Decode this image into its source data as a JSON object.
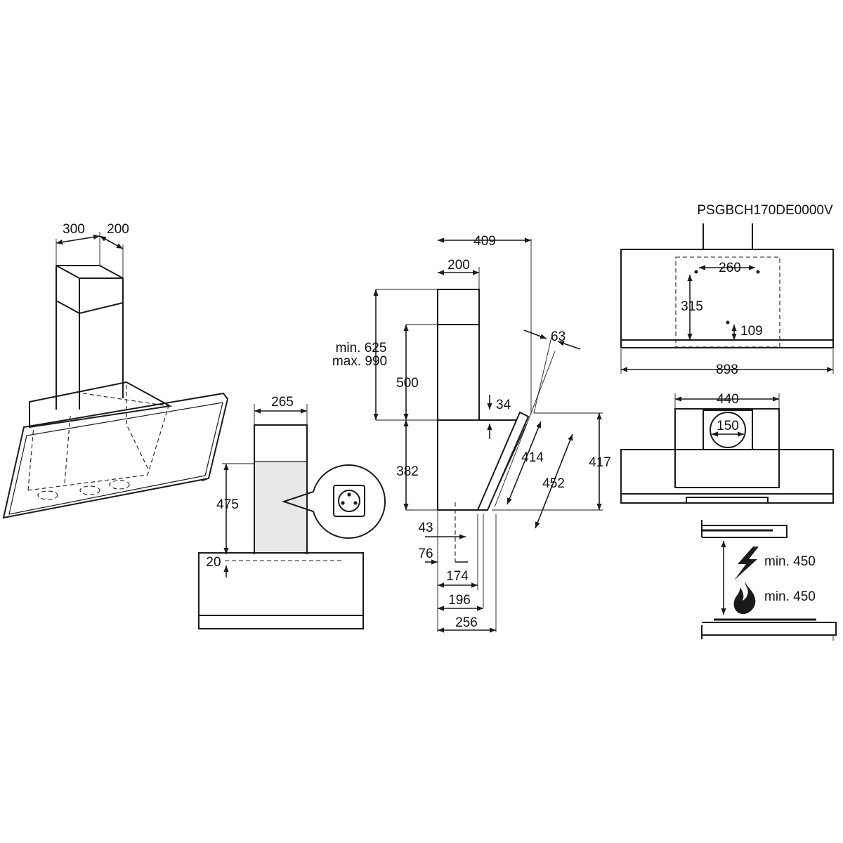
{
  "model_code": "PSGBCH170DE0000V",
  "colors": {
    "line": "#1a1a1a",
    "background": "#ffffff",
    "socket_fill": "#e8e8e8"
  },
  "perspective": {
    "chimney_width": "300",
    "chimney_depth": "200"
  },
  "socket_view": {
    "chimney_width": "265",
    "socket_height": "475",
    "offset": "20"
  },
  "side_view": {
    "overall_depth": "409",
    "chimney_depth": "200",
    "height_range_min": "min. 625",
    "height_range_max": "max. 990",
    "inner_chimney": "500",
    "canopy_gap": "34",
    "glass_thickness": "63",
    "lower_height": "382",
    "glass_inner": "414",
    "glass_outer": "452",
    "panel_height": "417",
    "offset_43": "43",
    "offset_76": "76",
    "depth_174": "174",
    "depth_196": "196",
    "depth_256": "256"
  },
  "top_view": {
    "bracket_spacing": "260",
    "bracket_height": "315",
    "bracket_offset": "109",
    "overall_width": "898"
  },
  "front_view": {
    "chimney_width": "440",
    "duct_diameter": "150"
  },
  "clearance": {
    "electric_label": "min. 450",
    "gas_label": "min. 450",
    "electric_icon": "lightning-icon",
    "gas_icon": "flame-icon"
  }
}
